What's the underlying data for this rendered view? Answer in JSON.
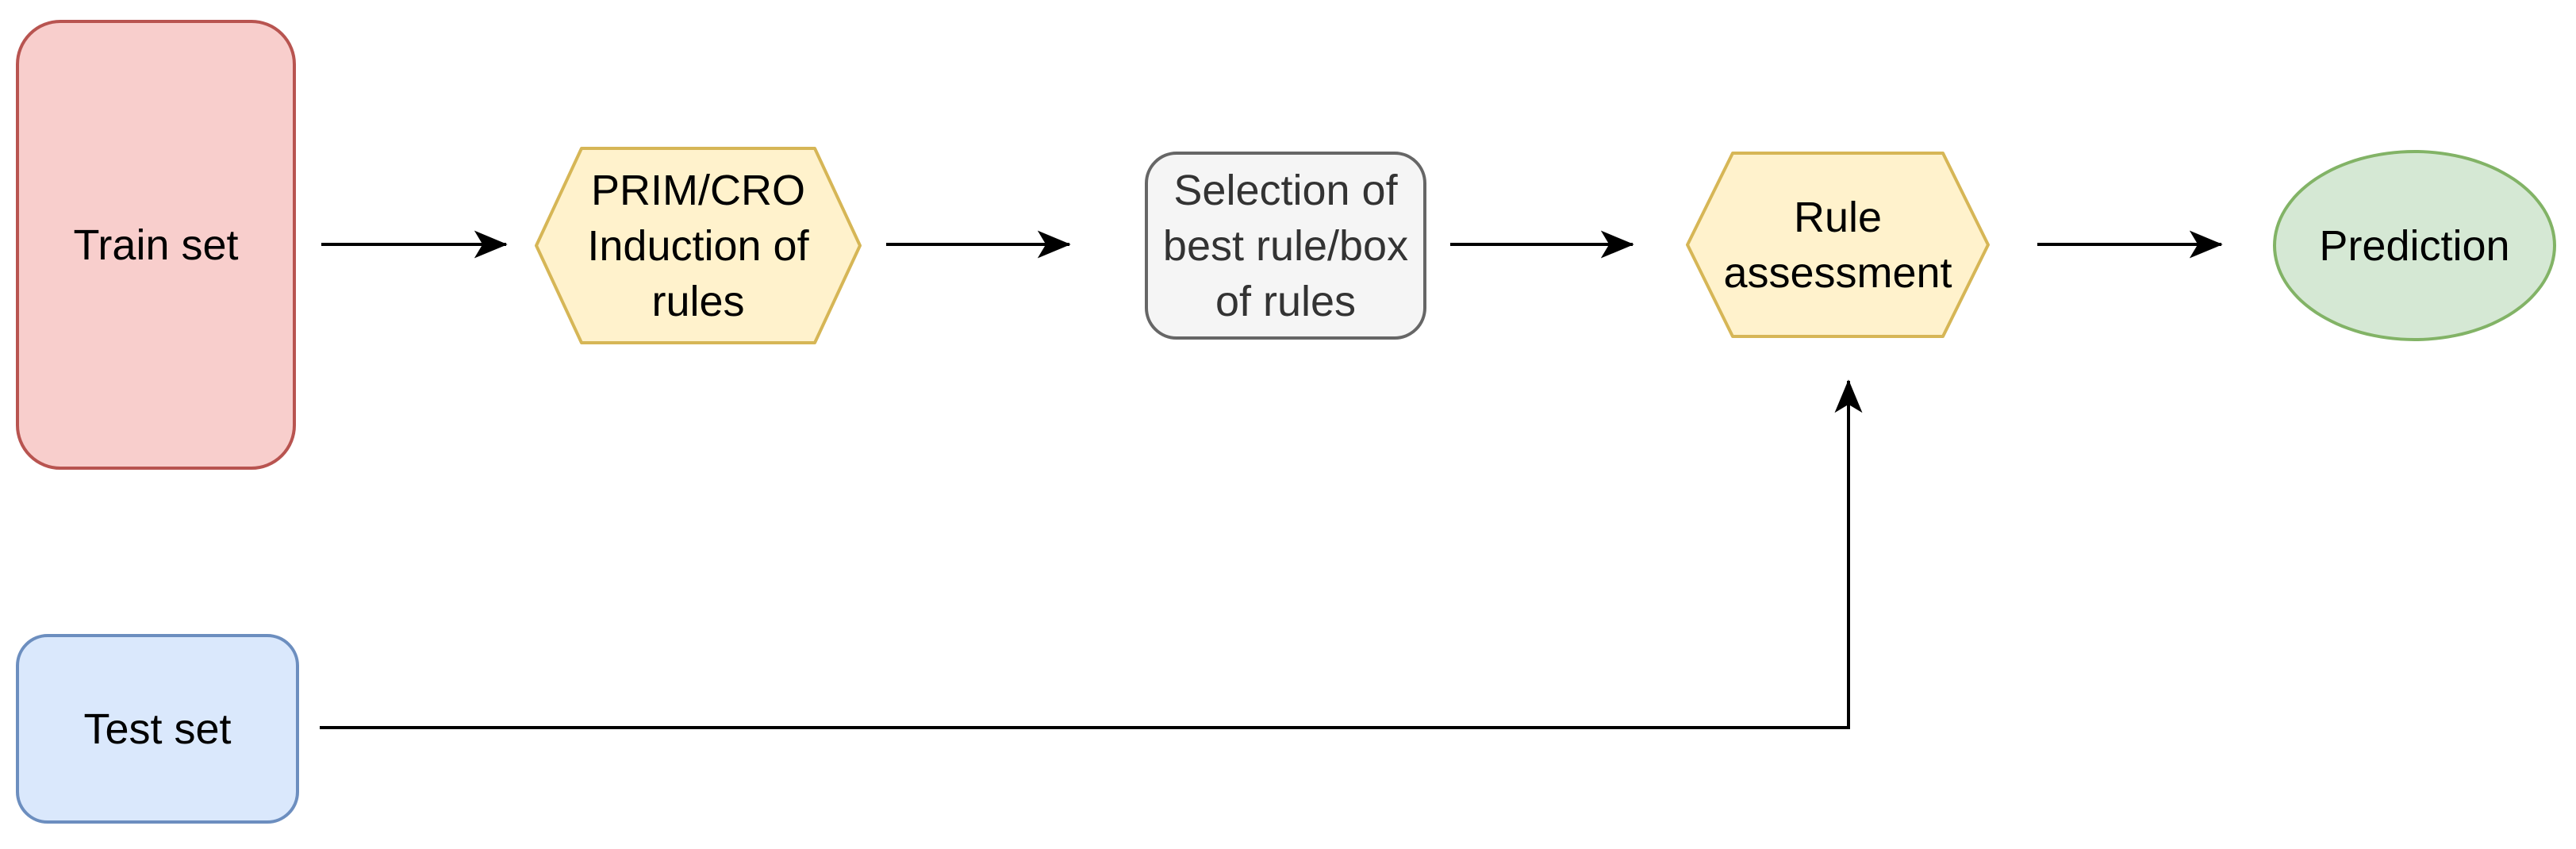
{
  "diagram": {
    "type": "flowchart",
    "background": "#ffffff",
    "nodes": {
      "train": {
        "label": "Train set",
        "shape": "rounded-rectangle",
        "fill": "#f8cecc",
        "stroke": "#b85450",
        "text_color": "#000000"
      },
      "induction": {
        "label": "PRIM/CRO\nInduction of\nrules",
        "shape": "hexagon",
        "fill": "#fff2cc",
        "stroke": "#d6b656",
        "text_color": "#000000"
      },
      "selection": {
        "label": "Selection of\nbest rule/box\nof rules",
        "shape": "rounded-rectangle",
        "fill": "#f5f5f5",
        "stroke": "#666666",
        "text_color": "#333333"
      },
      "assessment": {
        "label": "Rule\nassessment",
        "shape": "hexagon",
        "fill": "#fff2cc",
        "stroke": "#d6b656",
        "text_color": "#000000"
      },
      "prediction": {
        "label": "Prediction",
        "shape": "ellipse",
        "fill": "#d5e8d4",
        "stroke": "#82b366",
        "text_color": "#000000"
      },
      "test": {
        "label": "Test set",
        "shape": "rounded-rectangle",
        "fill": "#dae8fc",
        "stroke": "#6c8ebf",
        "text_color": "#000000"
      }
    },
    "edges": [
      {
        "from": "train",
        "to": "induction",
        "style": "straight-arrow",
        "color": "#000000"
      },
      {
        "from": "induction",
        "to": "selection",
        "style": "straight-arrow",
        "color": "#000000"
      },
      {
        "from": "selection",
        "to": "assessment",
        "style": "straight-arrow",
        "color": "#000000"
      },
      {
        "from": "assessment",
        "to": "prediction",
        "style": "straight-arrow",
        "color": "#000000"
      },
      {
        "from": "test",
        "to": "assessment",
        "style": "elbow-arrow",
        "color": "#000000"
      }
    ]
  }
}
